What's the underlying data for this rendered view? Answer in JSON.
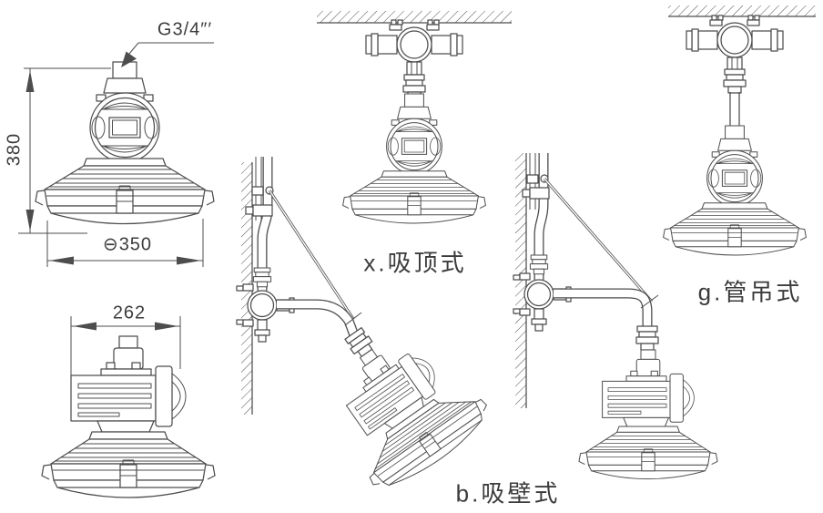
{
  "page": {
    "background": "#ffffff",
    "line_color": "#4d4d4d",
    "text_color": "#3c3c3c"
  },
  "labels": {
    "thread": "G3/4″′",
    "height": "380",
    "diameter": "⊖350",
    "width": "262",
    "mount_ceiling": "x.吸顶式",
    "mount_wall": "b.吸壁式",
    "mount_pipe": "g.管吊式"
  }
}
